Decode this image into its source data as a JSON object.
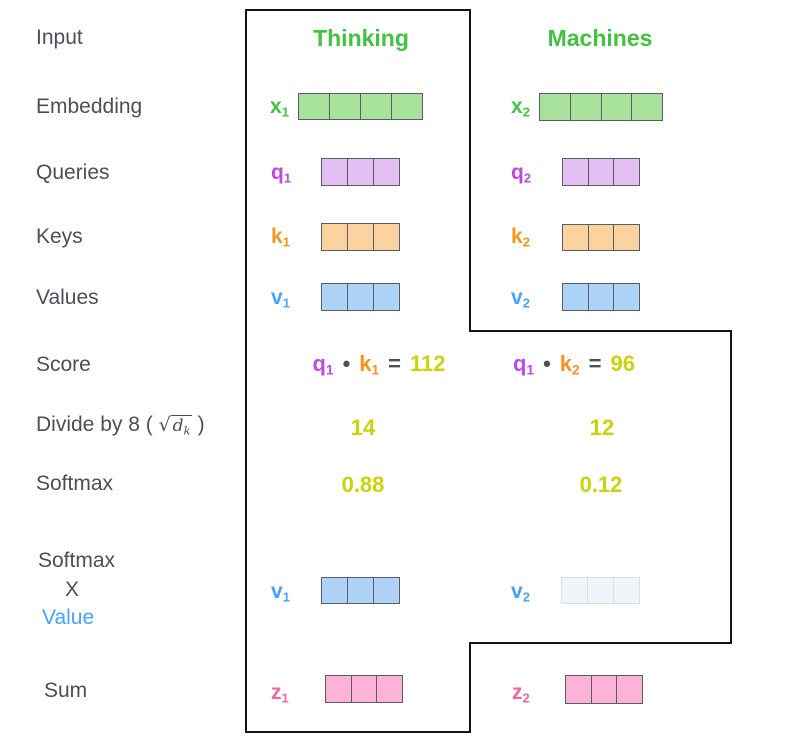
{
  "schemes": {
    "heading": {
      "label": "#42c142"
    },
    "text": {
      "label": "#4a4f58"
    },
    "green": {
      "label": "#42c142",
      "fill": "#a7e19c",
      "border": "#575d63"
    },
    "purple": {
      "label": "#bf49e4",
      "fill": "#e3bff3",
      "border": "#575d63"
    },
    "orange": {
      "label": "#f7941e",
      "fill": "#fcd39e",
      "border": "#575d63"
    },
    "blue": {
      "label": "#4aa3f9",
      "fill": "#aed3f6",
      "border": "#575d63"
    },
    "blue_faint": {
      "label": "#4aa3f9",
      "fill": "#f0f5fb",
      "border": "#d9dfe8"
    },
    "pink": {
      "label": "#f7649f",
      "fill": "#fcb3d7",
      "border": "#575d63"
    },
    "yellow": {
      "label": "#ccd10a"
    }
  },
  "columns": {
    "col1": "Thinking",
    "col2": "Machines"
  },
  "row_labels": {
    "input": "Input",
    "embedding": "Embedding",
    "queries": "Queries",
    "keys": "Keys",
    "values": "Values",
    "score": "Score",
    "divide_prefix": "Divide by 8 (",
    "divide_sqrt": "√",
    "divide_radicand": "d",
    "divide_sub": "k",
    "divide_suffix": ")",
    "softmax": "Softmax",
    "sxv_line1": "Softmax",
    "sxv_line2": "X",
    "sxv_line3": "Value",
    "sum": "Sum"
  },
  "vectors": {
    "x1": {
      "base": "x",
      "sub": "1",
      "cells": 4
    },
    "x2": {
      "base": "x",
      "sub": "2",
      "cells": 4
    },
    "q1": {
      "base": "q",
      "sub": "1",
      "cells": 3
    },
    "q2": {
      "base": "q",
      "sub": "2",
      "cells": 3
    },
    "k1": {
      "base": "k",
      "sub": "1",
      "cells": 3
    },
    "k2": {
      "base": "k",
      "sub": "2",
      "cells": 3
    },
    "v1": {
      "base": "v",
      "sub": "1",
      "cells": 3
    },
    "v2": {
      "base": "v",
      "sub": "2",
      "cells": 3
    },
    "v1_weighted": {
      "base": "v",
      "sub": "1",
      "cells": 3
    },
    "v2_weighted": {
      "base": "v",
      "sub": "2",
      "cells": 3
    },
    "z1": {
      "base": "z",
      "sub": "1",
      "cells": 3
    },
    "z2": {
      "base": "z",
      "sub": "2",
      "cells": 3
    }
  },
  "scores": {
    "col1": {
      "q": "q",
      "q_sub": "1",
      "dot": "•",
      "k": "k",
      "k_sub": "1",
      "equals": "=",
      "value": "112"
    },
    "col2": {
      "q": "q",
      "q_sub": "1",
      "dot": "•",
      "k": "k",
      "k_sub": "2",
      "equals": "=",
      "value": "96"
    }
  },
  "divide_values": {
    "col1": "14",
    "col2": "12"
  },
  "softmax_values": {
    "col1": "0.88",
    "col2": "0.12"
  }
}
